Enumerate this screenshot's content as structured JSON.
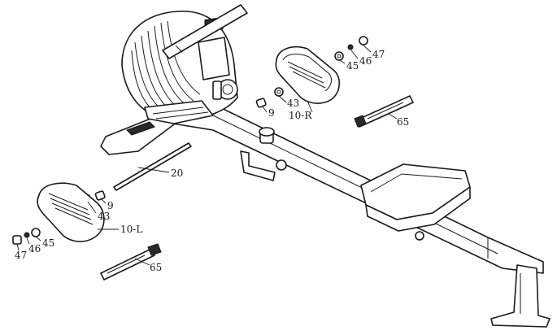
{
  "callouts": {
    "c47_right": "47",
    "c46_right": "46",
    "c45_right": "45",
    "c43_right": "43",
    "c9_right": "9",
    "c10_right": "10-R",
    "c65_right": "65",
    "c20": "20",
    "c9_left": "9",
    "c43_left": "43",
    "c10_left": "10-L",
    "c45_left": "45",
    "c46_left": "46",
    "c47_left": "47",
    "c65_left": "65"
  }
}
